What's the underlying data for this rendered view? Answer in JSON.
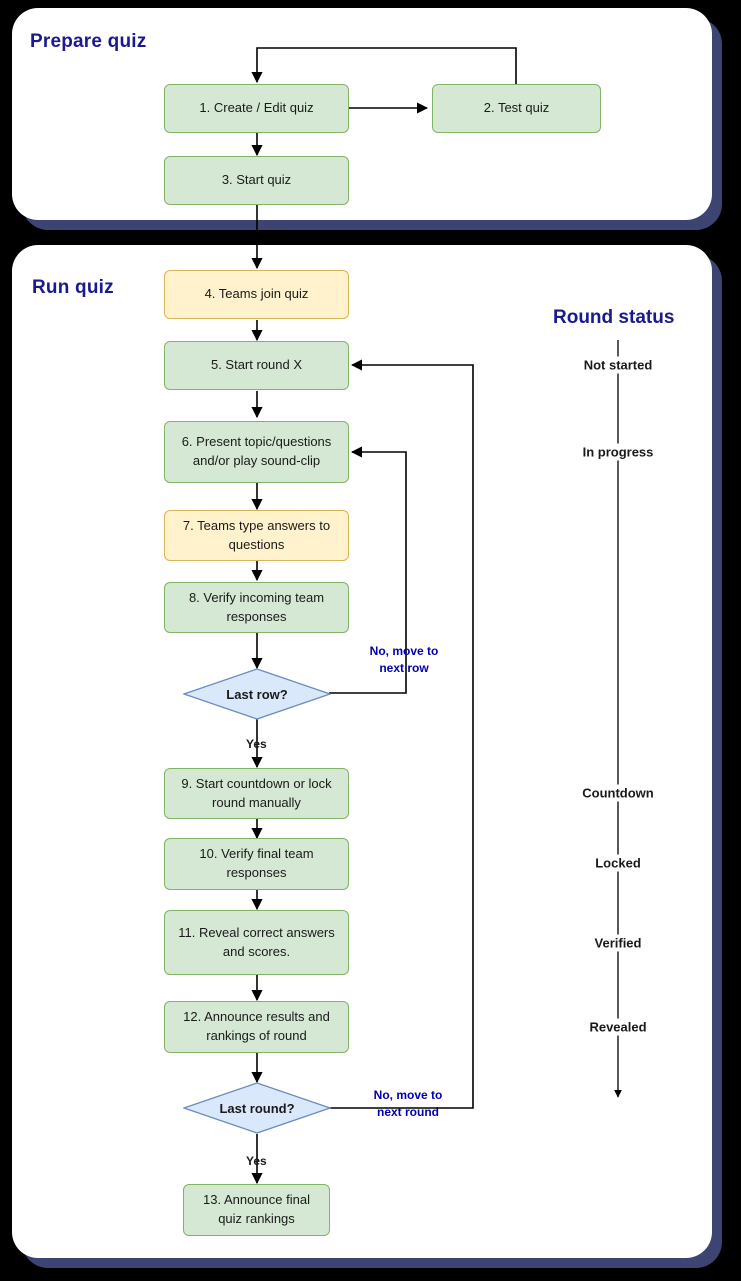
{
  "lanes": [
    {
      "id": "prepare",
      "title": "Prepare quiz"
    },
    {
      "id": "run",
      "title": "Run quiz"
    }
  ],
  "nodes": [
    {
      "id": "n1",
      "label": "1. Create / Edit quiz",
      "shape": "box",
      "color": "green"
    },
    {
      "id": "n2",
      "label": "2. Test quiz",
      "shape": "box",
      "color": "green"
    },
    {
      "id": "n3",
      "label": "3. Start quiz",
      "shape": "box",
      "color": "green"
    },
    {
      "id": "n4",
      "label": "4. Teams join quiz",
      "shape": "box",
      "color": "yellow"
    },
    {
      "id": "n5",
      "label": "5. Start round X",
      "shape": "box",
      "color": "green"
    },
    {
      "id": "n6",
      "label": "6. Present topic/questions and/or play sound-clip",
      "shape": "box",
      "color": "green"
    },
    {
      "id": "n7",
      "label": "7. Teams type answers to questions",
      "shape": "box",
      "color": "yellow"
    },
    {
      "id": "n8",
      "label": "8. Verify incoming team responses",
      "shape": "box",
      "color": "green"
    },
    {
      "id": "d1",
      "label": "Last row?",
      "shape": "diamond",
      "color": "blue"
    },
    {
      "id": "n9",
      "label": "9. Start countdown or lock round manually",
      "shape": "box",
      "color": "green"
    },
    {
      "id": "n10",
      "label": "10. Verify final team responses",
      "shape": "box",
      "color": "green"
    },
    {
      "id": "n11",
      "label": "11. Reveal correct answers and scores.",
      "shape": "box",
      "color": "green"
    },
    {
      "id": "n12",
      "label": "12. Announce results and rankings of round",
      "shape": "box",
      "color": "green"
    },
    {
      "id": "d2",
      "label": "Last round?",
      "shape": "diamond",
      "color": "blue"
    },
    {
      "id": "n13",
      "label": "13. Announce final quiz rankings",
      "shape": "box",
      "color": "green"
    }
  ],
  "edge_labels": {
    "last_row_yes": "Yes",
    "last_row_no": "No, move to\nnext row",
    "last_round_yes": "Yes",
    "last_round_no": "No, move to\nnext round"
  },
  "round_status": {
    "title": "Round status",
    "items": [
      {
        "label": "Not started"
      },
      {
        "label": "In progress"
      },
      {
        "label": "Countdown"
      },
      {
        "label": "Locked"
      },
      {
        "label": "Verified"
      },
      {
        "label": "Revealed"
      }
    ]
  },
  "colors": {
    "background": "#000000",
    "lane_fill": "#ffffff",
    "lane_shadow": "#3d4472",
    "lane_title": "#1a1a8c",
    "process_fill": "#d5e8d4",
    "process_stroke": "#82b366",
    "user_fill": "#fff2cc",
    "user_stroke": "#d6b656",
    "decision_fill": "#dae8fc",
    "decision_stroke": "#6c8ebf",
    "edge_stroke": "#000000",
    "edge_label_blue": "#0000b3"
  }
}
